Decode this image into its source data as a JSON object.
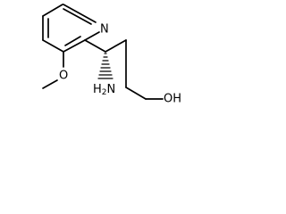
{
  "molecule": {
    "atoms": {
      "ring_nitrogen": "N",
      "methoxy_oxygen": "O",
      "amino": {
        "main": "H",
        "subscript": "2",
        "tail": "N"
      },
      "hydroxyl": "OH"
    },
    "stereo": {
      "center": "C3",
      "bond_style": "hashed-wedge"
    },
    "colors": {
      "ink": "#000000",
      "background": "#ffffff"
    }
  }
}
